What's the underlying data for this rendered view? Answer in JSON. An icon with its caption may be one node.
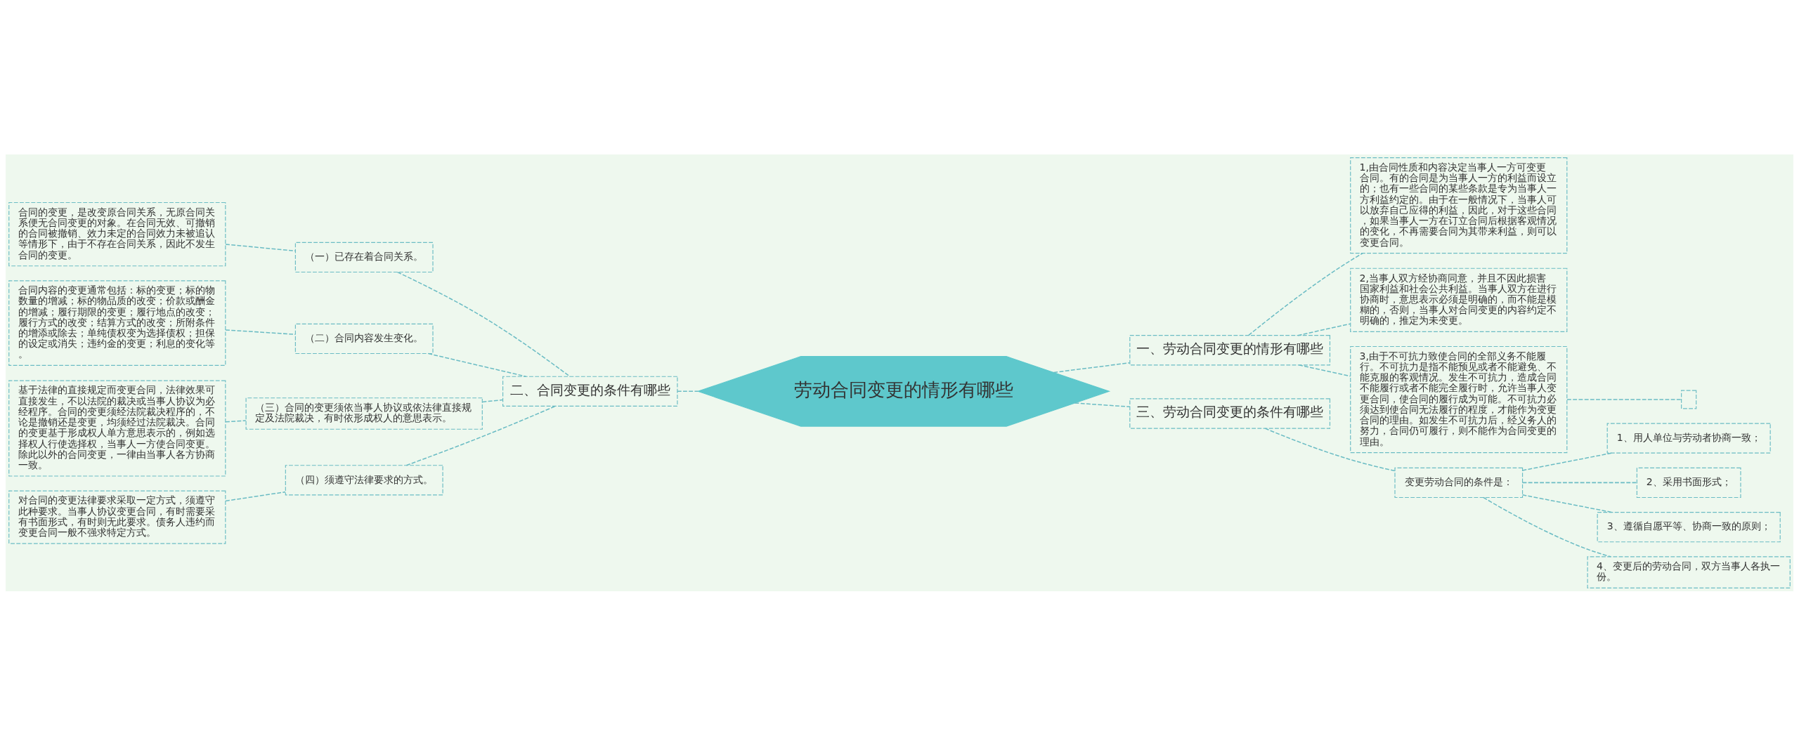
{
  "diagram": {
    "nodes": [
      {
        "text": [
          "劳动合同变更的情形有哪些"
        ]
      },
      {
        "text": [
          "一、劳动合同变更的情形有哪些"
        ]
      },
      {
        "text": [
          "1,由合同性质和内容决定当事人一方可变更合同。有的合同是为当事人一方的利益而设立的；也有一些合同的某些条款是专为当事人一方利益约定的。由于在一般情况下，当事人可以放弃自己应得的利益，因此，对于这些合同，如果当事人一方在订立合同后根据客观情况的变化，不再需要合同为其带来利益，则可以变更合同。"
        ]
      },
      {
        "text": [
          "2,当事人双方经协商同意，并且不因此损害国家利益和社会公共利益。当事人双方在进行协商时，意思表示必须是明确的，而不能是模糊的，否则，当事人对合同变更的内容约定不明确的，推定为未变更。"
        ]
      },
      {
        "text": [
          "3,由于不可抗力致使合同的全部义务不能履行。不可抗力是指不能预见或者不能避免、不能克服的客观情况。发生不可抗力，造成合同不能履行或者不能完全履行时，允许当事人变更合同，使合同的履行成为可能。不可抗力必须达到使合同无法履行的程度，才能作为变更合同的理由。如发生不可抗力后，经义务人的努力，合同仍可履行，则不能作为合同变更的理由。"
        ]
      },
      {
        "text": [],
        "shape": "box"
      },
      {
        "text": [
          "三、劳动合同变更的条件有哪些"
        ]
      },
      {
        "text": [
          "变更劳动合同的条件是："
        ]
      },
      {
        "text": [
          "1、用人单位与劳动者协商一致；"
        ]
      },
      {
        "text": [
          "2、采用书面形式；"
        ]
      },
      {
        "text": [
          "3、遵循自愿平等、协商一致的原则；"
        ]
      },
      {
        "text": [
          "4、变更后的劳动合同，双方当事人各执一份。"
        ]
      },
      {
        "text": [
          "二、合同变更的条件有哪些"
        ]
      },
      {
        "text": [
          "（一）已存在着合同关系。"
        ]
      },
      {
        "text": [
          "合同的变更，是改变原合同关系，无原合同关系便无合同变更的对象。在合同无效、可撤销的合同被撤销、效力未定的合同效力未被追认等情形下，由于不存在合同关系，因此不发生合同的变更。"
        ]
      },
      {
        "text": [
          "（二）合同内容发生变化。"
        ]
      },
      {
        "text": [
          "合同内容的变更通常包括：标的变更；标的物数量的增减；标的物品质的改变；价款或酬金的增减；履行期限的变更；履行地点的改变；履行方式的改变；结算方式的改变；所附条件的增添或除去；单纯债权变为选择债权；担保的设定或消失；违约金的变更；利息的变化等。"
        ]
      },
      {
        "text": [
          "（三）合同的变更须依当事人协议或依法律直接规定及法院裁决，有时依形成权人的意思表示。"
        ]
      },
      {
        "text": [
          "基于法律的直接规定而变更合同，法律效果可直接发生，不以法院的裁决或当事人协议为必经程序。合同的变更须经法院裁决程序的，不论是撤销还是变更，均须经过法院裁决。合同的变更基于形成权人单方意思表示的，例如选择权人行使选择权，当事人一方使合同变更。除此以外的合同变更，一律由当事人各方协商一致。"
        ]
      },
      {
        "text": [
          "（四）须遵守法律要求的方式。"
        ]
      },
      {
        "text": [
          "对合同的变更法律要求采取一定方式，须遵守此种要求。当事人协议变更合同，有时需要采有书面形式，有时则无此要求。债务人违约而变更合同一般不强求特定方式。"
        ]
      }
    ],
    "edges": [
      {
        "from": 0,
        "to": 1,
        "arrow": "none"
      },
      {
        "from": 1,
        "to": 2,
        "arrow": "none"
      },
      {
        "from": 1,
        "to": 3,
        "arrow": "none"
      },
      {
        "from": 1,
        "to": 4,
        "arrow": "none"
      },
      {
        "from": 4,
        "to": 5,
        "arrow": "none"
      },
      {
        "from": 0,
        "to": 6,
        "arrow": "none"
      },
      {
        "from": 6,
        "to": 7,
        "arrow": "none"
      },
      {
        "from": 7,
        "to": 8,
        "arrow": "none"
      },
      {
        "from": 7,
        "to": 9,
        "arrow": "none"
      },
      {
        "from": 7,
        "to": 10,
        "arrow": "none"
      },
      {
        "from": 7,
        "to": 11,
        "arrow": "none"
      },
      {
        "from": 12,
        "to": 0,
        "arrow": "none"
      },
      {
        "from": 13,
        "to": 12,
        "arrow": "none"
      },
      {
        "from": 14,
        "to": 13,
        "arrow": "none"
      },
      {
        "from": 15,
        "to": 12,
        "arrow": "none"
      },
      {
        "from": 16,
        "to": 15,
        "arrow": "none"
      },
      {
        "from": 17,
        "to": 12,
        "arrow": "none"
      },
      {
        "from": 18,
        "to": 17,
        "arrow": "none"
      },
      {
        "from": 19,
        "to": 12,
        "arrow": "none"
      },
      {
        "from": 20,
        "to": 19,
        "arrow": "none"
      }
    ]
  }
}
